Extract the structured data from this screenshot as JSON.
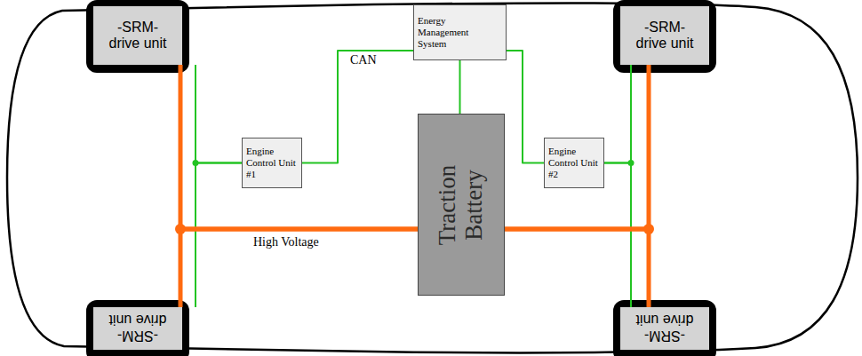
{
  "diagram": {
    "nodes": [
      {
        "text": [
          "-SRM- drive unit"
        ]
      },
      {
        "text": [
          "Energy Management System"
        ]
      },
      {
        "text": [
          "-SRM- drive unit"
        ]
      },
      {
        "text": [
          "Engine Control Unit #1"
        ]
      },
      {
        "text": [
          "Engine Control Unit #2"
        ]
      },
      {
        "text": [
          "Traction Battery"
        ]
      },
      {
        "text": [
          "-SRM- drive unit"
        ]
      },
      {
        "text": [
          "-SRM- drive unit"
        ]
      }
    ],
    "edges": [
      {
        "from": 3,
        "to": 1,
        "arrow": "none",
        "label": "CAN"
      },
      {
        "from": 1,
        "to": 4,
        "arrow": "none"
      },
      {
        "from": 1,
        "to": 5,
        "arrow": "none"
      },
      {
        "from": 3,
        "to": 0,
        "arrow": "none"
      },
      {
        "from": 3,
        "to": 6,
        "arrow": "none"
      },
      {
        "from": 4,
        "to": 2,
        "arrow": "none"
      },
      {
        "from": 4,
        "to": 7,
        "arrow": "none"
      },
      {
        "from": 5,
        "to": 0,
        "arrow": "none",
        "label": "High Voltage"
      },
      {
        "from": 5,
        "to": 6,
        "arrow": "none"
      },
      {
        "from": 5,
        "to": 2,
        "arrow": "none"
      },
      {
        "from": 5,
        "to": 7,
        "arrow": "none"
      }
    ]
  }
}
